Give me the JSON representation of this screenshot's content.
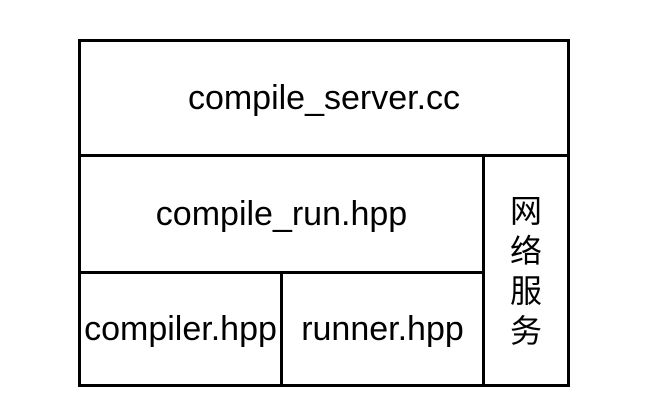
{
  "diagram": {
    "boxes": {
      "top": {
        "label": "compile_server.cc"
      },
      "middle": {
        "label": "compile_run.hpp"
      },
      "bottom_left": {
        "label": "compiler.hpp"
      },
      "bottom_right": {
        "label": "runner.hpp"
      },
      "right_vertical": {
        "label": "网络服务"
      }
    },
    "colors": {
      "border": "#000000",
      "text": "#000000",
      "background": "#ffffff"
    }
  }
}
